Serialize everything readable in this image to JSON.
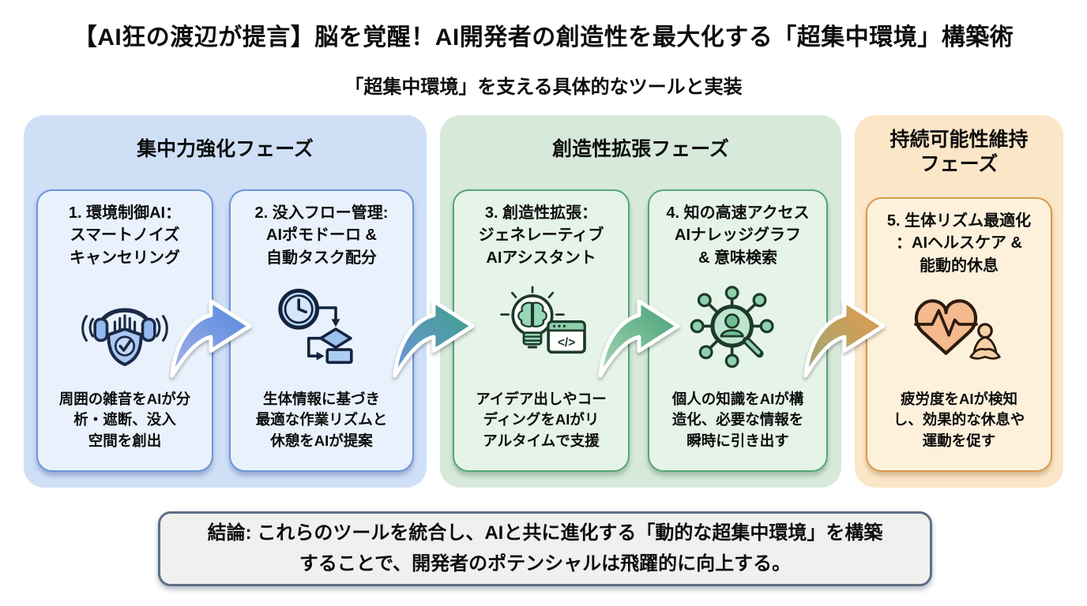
{
  "header": {
    "title": "【AI狂の渡辺が提言】脳を覚醒！AI開発者の創造性を最大化する「超集中環境」構築術",
    "subtitle": "「超集中環境」を支える具体的なツールと実装"
  },
  "phases": [
    {
      "title": "集中力強化フェーズ",
      "bg_color": "#cfdff6",
      "card_bg": "#e9f1fc",
      "card_border": "#6b95d6"
    },
    {
      "title": "創造性拡張フェーズ",
      "bg_color": "#d7e9db",
      "card_bg": "#e6f3e9",
      "card_border": "#57a476"
    },
    {
      "title": "持続可能性維持\nフェーズ",
      "bg_color": "#fbe6c8",
      "card_bg": "#fdf1dc",
      "card_border": "#d79a4c"
    }
  ],
  "cards": [
    {
      "title": "1. 環境制御AI：\nスマートノイズ\nキャンセリング",
      "description": "周囲の雑音をAIが分\n析・遮断、没入\n空間を創出",
      "icon": "noise-cancelling-headphones-shield-icon"
    },
    {
      "title": "2. 没入フロー管理:\nAIポモドーロ &\n自動タスク配分",
      "description": "生体情報に基づき\n最適な作業リズムと\n休憩をAIが提案",
      "icon": "clock-flowchart-icon"
    },
    {
      "title": "3. 創造性拡張：\nジェネレーティブ\nAIアシスタント",
      "description": "アイデア出しやコー\nディングをAIがリ\nアルタイムで支援",
      "icon": "lightbulb-brain-code-icon"
    },
    {
      "title": "4. 知の高速アクセス\nAIナレッジグラフ\n& 意味検索",
      "description": "個人の知識をAIが構\n造化、必要な情報を\n瞬時に引き出す",
      "icon": "knowledge-graph-search-icon"
    },
    {
      "title": "5. 生体リズム最適化\n：AIヘルスケア &\n能動的休息",
      "description": "疲労度をAIが検知\nし、効果的な休息や\n運動を促す",
      "icon": "heart-pulse-meditation-icon"
    }
  ],
  "arrows": [
    {
      "name": "flow-arrow-1",
      "gradient": [
        "#a9b0e8",
        "#4f88dc"
      ]
    },
    {
      "name": "flow-arrow-2",
      "gradient": [
        "#6e95de",
        "#3f9f87"
      ]
    },
    {
      "name": "flow-arrow-3",
      "gradient": [
        "#a9d6b6",
        "#43a075"
      ]
    },
    {
      "name": "flow-arrow-4",
      "gradient": [
        "#9aa878",
        "#e59a4a"
      ]
    }
  ],
  "icons": {
    "code_glyph": "</>"
  },
  "conclusion": {
    "text": "結論: これらのツールを統合し、AIと共に進化する「動的な超集中環境」を構築\nすることで、開発者のポテンシャルは飛躍的に向上する。"
  }
}
